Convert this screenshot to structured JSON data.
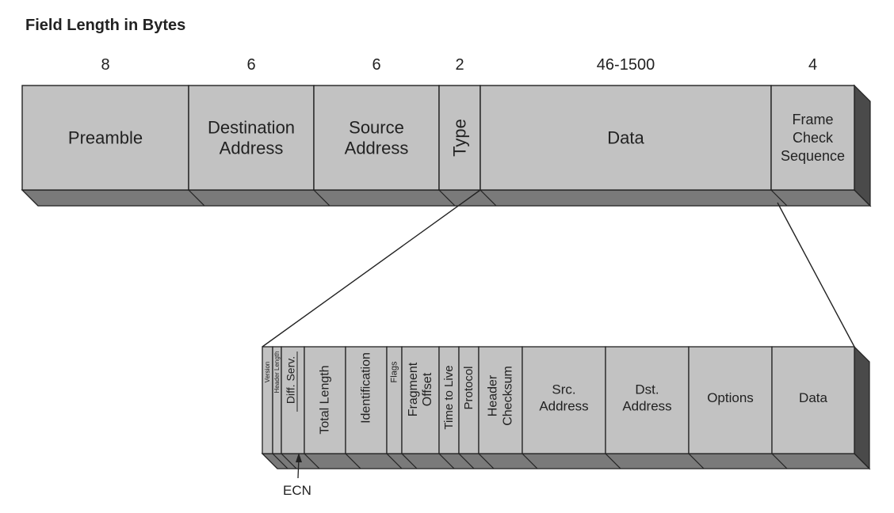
{
  "title": "Field Length in Bytes",
  "ethernet_frame": {
    "fields": [
      {
        "name": "Preamble",
        "bytes": "8"
      },
      {
        "name": "Destination Address",
        "bytes": "6"
      },
      {
        "name": "Source Address",
        "bytes": "6"
      },
      {
        "name": "Type",
        "bytes": "2"
      },
      {
        "name": "Data",
        "bytes": "46-1500"
      },
      {
        "name": "Frame Check Sequence",
        "bytes": "4"
      }
    ]
  },
  "ip_header": {
    "fields": [
      {
        "name": "Version"
      },
      {
        "name": "Header Length"
      },
      {
        "name": "Diff. Serv."
      },
      {
        "name": "Total Length"
      },
      {
        "name": "Identification"
      },
      {
        "name": "Flags"
      },
      {
        "name": "Fragment Offset"
      },
      {
        "name": "Time to Live"
      },
      {
        "name": "Protocol"
      },
      {
        "name": "Header Checksum"
      },
      {
        "name": "Src. Address"
      },
      {
        "name": "Dst. Address"
      },
      {
        "name": "Options"
      },
      {
        "name": "Data"
      }
    ],
    "callout": "ECN"
  },
  "colors": {
    "face": "#c2c2c2",
    "side": "#4a4a4a",
    "bottom": "#7a7a7a",
    "line": "#222222",
    "text": "#222222"
  }
}
